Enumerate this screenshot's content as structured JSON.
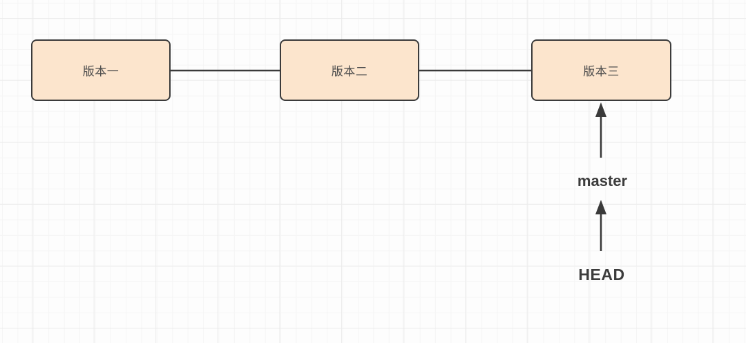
{
  "diagram": {
    "nodes": [
      {
        "label": "版本一"
      },
      {
        "label": "版本二"
      },
      {
        "label": "版本三"
      }
    ],
    "edges": [
      {
        "from": "版本一",
        "to": "版本二",
        "style": "plain-line"
      },
      {
        "from": "版本二",
        "to": "版本三",
        "style": "plain-line"
      }
    ],
    "pointers": [
      {
        "label": "master",
        "points_to": "版本三"
      },
      {
        "label": "HEAD",
        "points_to": "master"
      }
    ],
    "colors": {
      "background": "#fdfdfd",
      "grid_minor": "#f5f5f5",
      "grid_major": "#ebebeb",
      "node_fill": "#fce5cd",
      "node_border": "#3b3b3b",
      "connector": "#3a3a3a",
      "node_text": "#4d4d4d",
      "pointer_text": "#3c3c3c"
    }
  }
}
